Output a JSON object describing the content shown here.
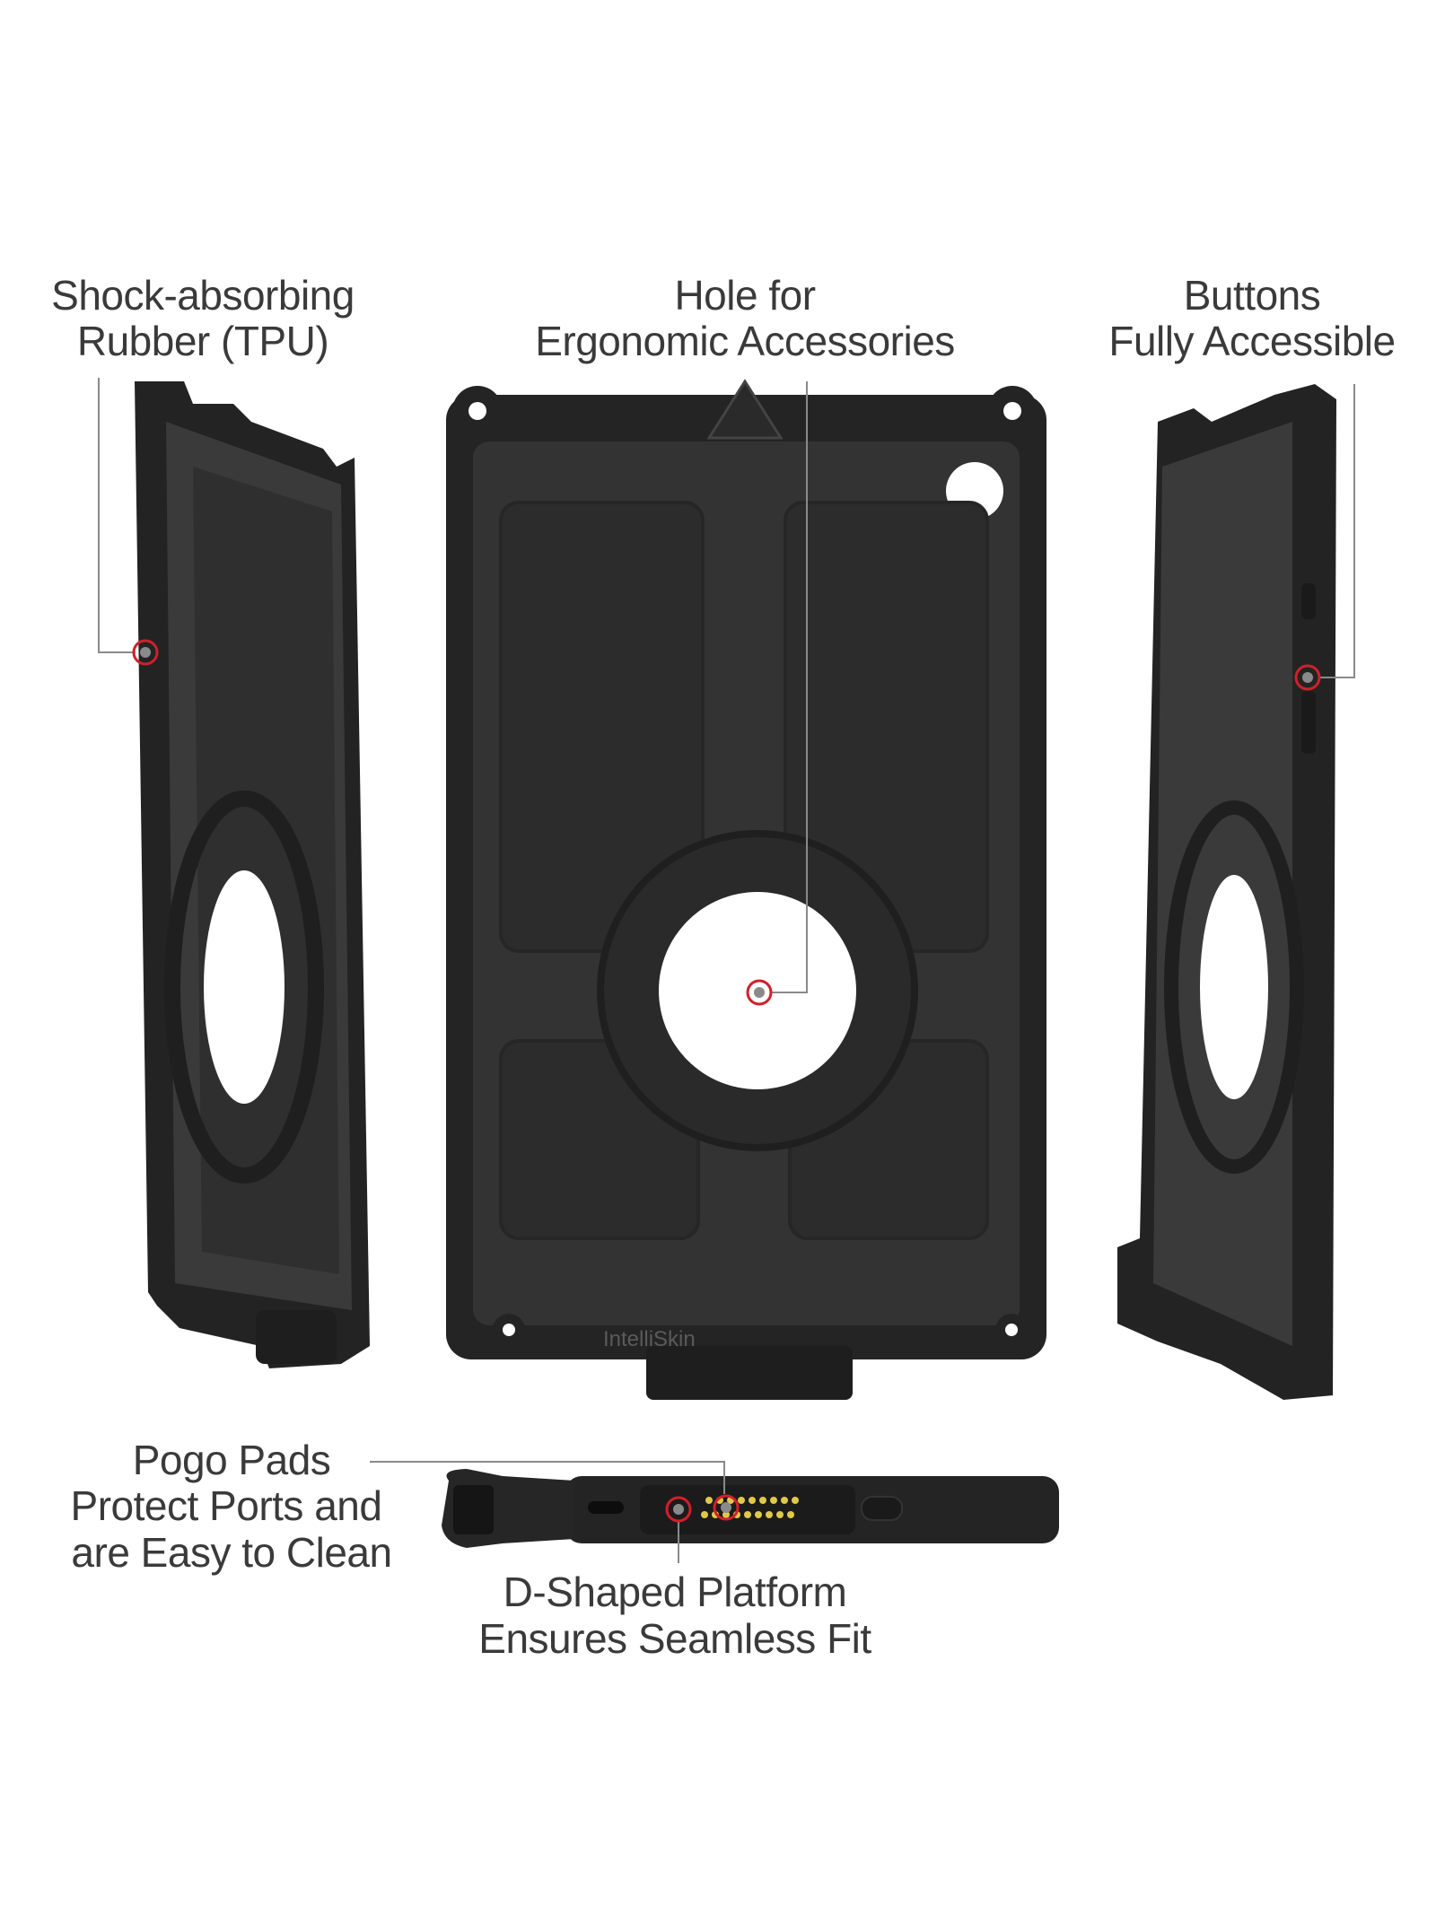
{
  "callouts": {
    "shock": {
      "line1": "Shock-absorbing",
      "line2": "Rubber (TPU)"
    },
    "hole": {
      "line1": "Hole for",
      "line2": "Ergonomic Accessories"
    },
    "buttons": {
      "line1": "Buttons",
      "line2": "Fully Accessible"
    },
    "pogo": {
      "line1": "Pogo Pads",
      "line2": "Protect Ports and",
      "line3": "are Easy to Clean"
    },
    "dshape": {
      "line1": "D-Shaped Platform",
      "line2": "Ensures Seamless Fit"
    }
  },
  "product": {
    "brand_mark": "IntelliSkin"
  },
  "colors": {
    "marker": "#d0202a",
    "case": "#2b2b2b",
    "text": "#3a3a3a",
    "pogo_pins": "#e0c84a"
  }
}
